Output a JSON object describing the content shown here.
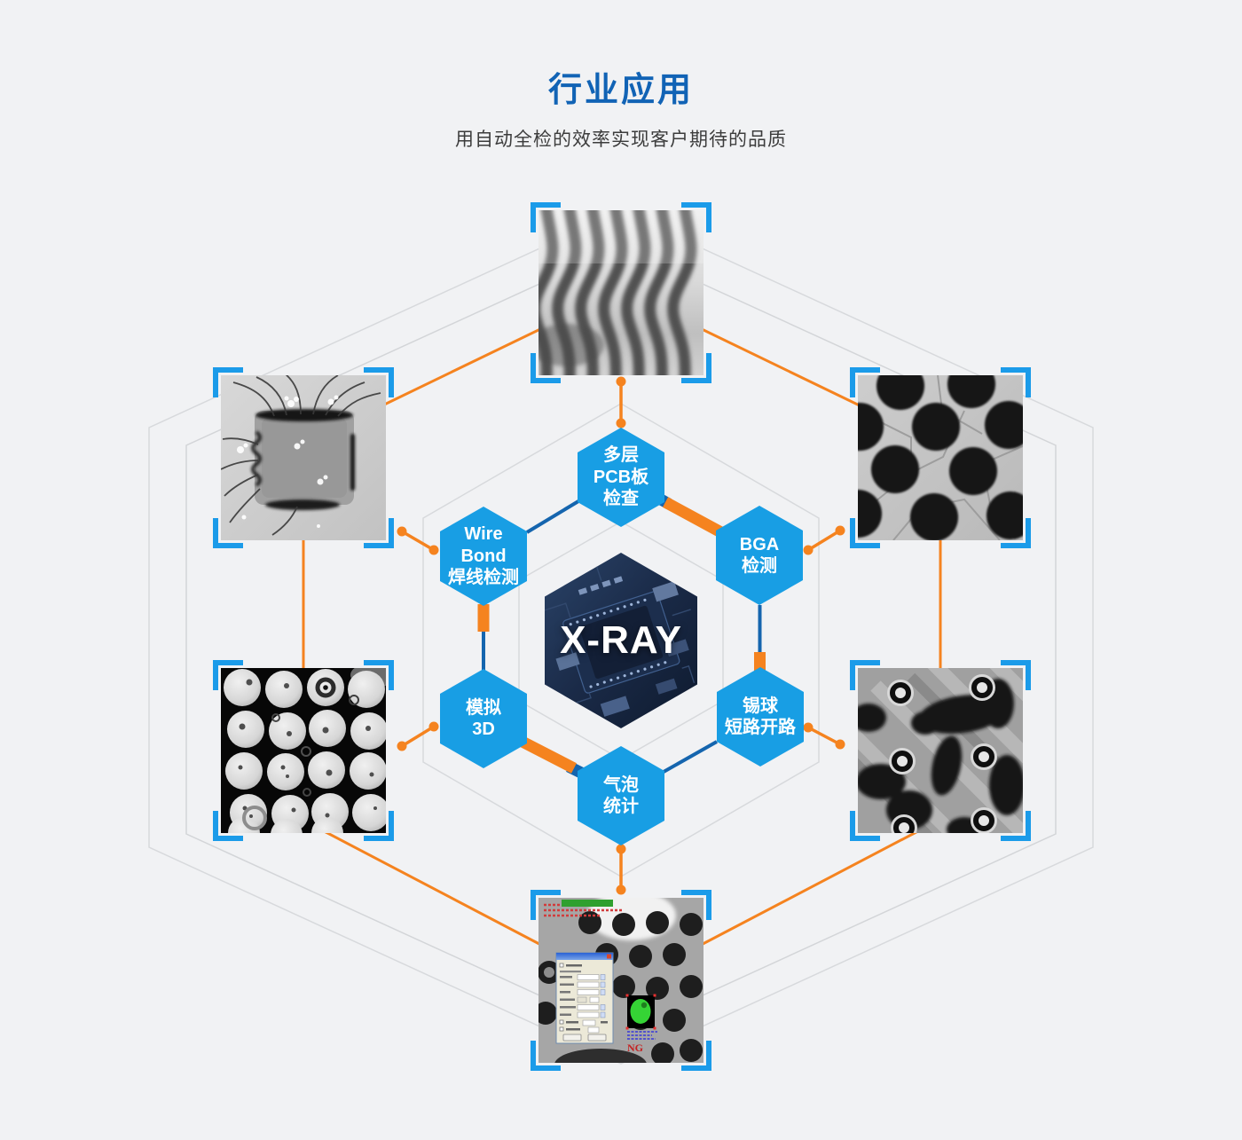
{
  "header": {
    "title": "行业应用",
    "subtitle": "用自动全检的效率实现客户期待的品质"
  },
  "center": {
    "label": "X-RAY"
  },
  "nodes": {
    "pcb": {
      "lines": [
        "多层",
        "PCB板",
        "检查"
      ]
    },
    "bga": {
      "lines": [
        "BGA",
        "检测"
      ]
    },
    "solder": {
      "lines": [
        "锡球",
        "短路开路"
      ]
    },
    "bubble": {
      "lines": [
        "气泡",
        "统计"
      ]
    },
    "sim3d": {
      "lines": [
        "模拟",
        "3D"
      ]
    },
    "wirebond": {
      "lines": [
        "Wire",
        "Bond",
        "焊线检测"
      ]
    }
  },
  "software": {
    "ng_label": "NG"
  },
  "images": {
    "top": "pcb-connector-xray-image",
    "top_left": "wire-bond-chip-xray-image",
    "top_right": "bga-balls-xray-image",
    "bottom_left": "solder-balls-void-xray-image",
    "bottom_right": "solder-bridge-xray-image",
    "bottom": "inspection-software-screenshot-image"
  },
  "colors": {
    "accent_blue": "#189ee4",
    "bracket_blue": "#1b9be9",
    "orange": "#f5831f",
    "link_blue": "#1565ae",
    "title_blue": "#1163b5",
    "background": "#f1f2f4"
  }
}
